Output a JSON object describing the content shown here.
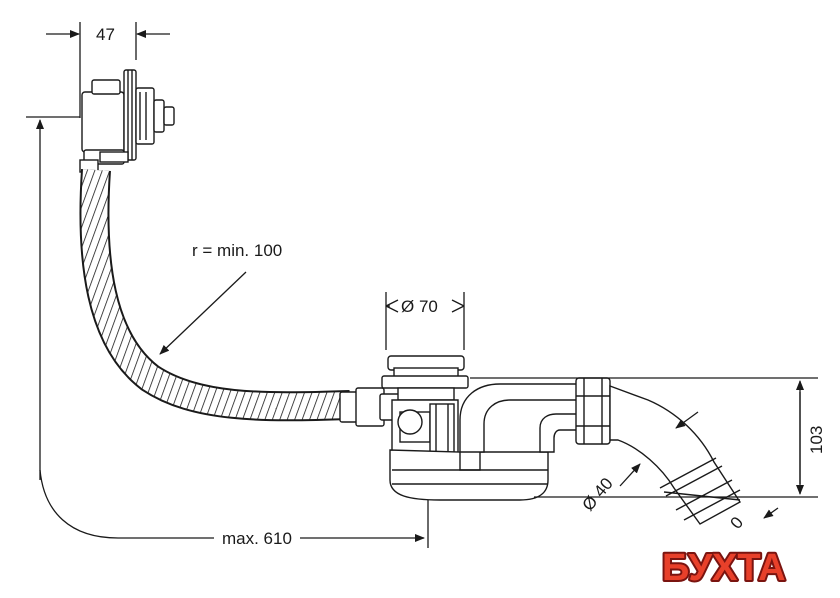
{
  "dimensions": {
    "width_47": "47",
    "radius": "r = min. 100",
    "outlet_diameter": "Ø 70",
    "height_103": "103",
    "pipe_diameter": "Ø 40",
    "max_length": "max. 610",
    "partial_label": "0"
  },
  "watermark": {
    "text": "БУХТА",
    "fill_color": "#e8402a",
    "outline_color": "#7a1410"
  },
  "colors": {
    "line": "#1a1a1a",
    "background": "#ffffff"
  }
}
